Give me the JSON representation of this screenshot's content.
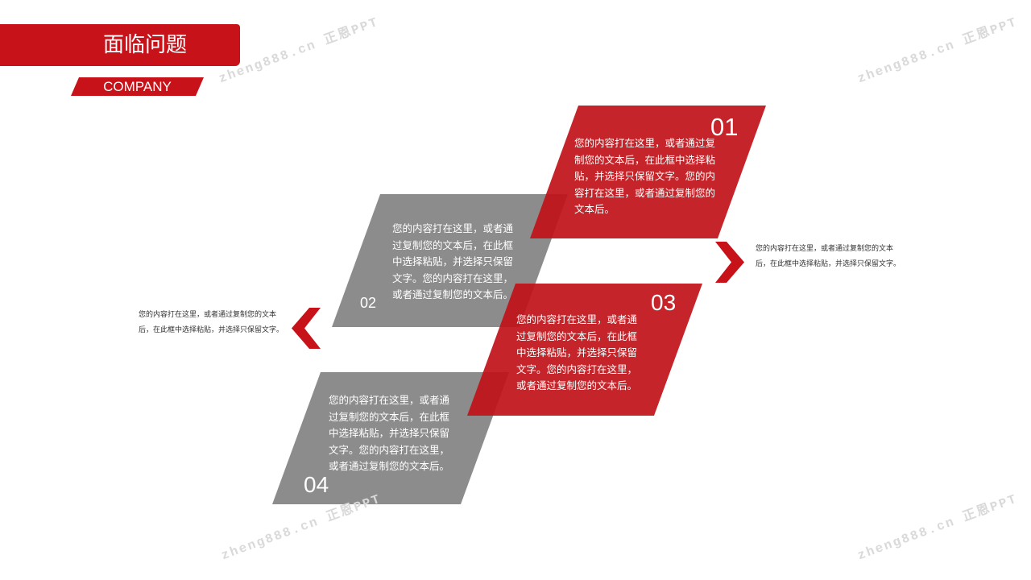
{
  "header": {
    "title": "面临问题",
    "subtitle": "COMPANY"
  },
  "items": [
    {
      "number": "01",
      "text": "您的内容打在这里，或者通过复制您的文本后，在此框中选择粘贴，并选择只保留文字。您的内容打在这里，或者通过复制您的文本后。"
    },
    {
      "number": "02",
      "text": "您的内容打在这里，或者通过复制您的文本后，在此框中选择粘贴，并选择只保留文字。您的内容打在这里，或者通过复制您的文本后。"
    },
    {
      "number": "03",
      "text": "您的内容打在这里，或者通过复制您的文本后，在此框中选择粘贴，并选择只保留文字。您的内容打在这里，或者通过复制您的文本后。"
    },
    {
      "number": "04",
      "text": "您的内容打在这里，或者通过复制您的文本后，在此框中选择粘贴，并选择只保留文字。您的内容打在这里，或者通过复制您的文本后。"
    }
  ],
  "side_right": "您的内容打在这里，或者通过复制您的文本后，在此框中选择粘贴，并选择只保留文字。",
  "side_left": "您的内容打在这里，或者通过复制您的文本后，在此框中选择粘贴，并选择只保留文字。",
  "watermark": "zheng888.cn 正恩PPT",
  "colors": {
    "red": "#c8121a",
    "gray": "#8c8c8c"
  }
}
